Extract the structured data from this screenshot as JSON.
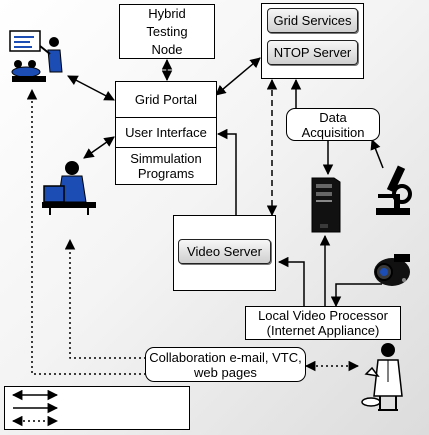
{
  "nodes": {
    "hybrid_testing_node": "Hybrid Testing Node",
    "grid_services": "Grid Services",
    "ntop_server": "NTOP Server",
    "grid_portal": "Grid Portal",
    "user_interface": "User Interface",
    "simulation_programs": "Simmulation Programs",
    "data_acquisition": "Data Acquisition",
    "video_server": "Video Server",
    "local_video_processor": "Local Video Processor (Internet Appliance)",
    "collaboration": "Collaboration e-mail, VTC, web pages"
  },
  "legend": {
    "rows": [
      {
        "line_style": "solid",
        "arrow": "both"
      },
      {
        "line_style": "solid",
        "arrow": "right"
      },
      {
        "line_style": "dotted",
        "arrow": "both"
      }
    ]
  },
  "clipart": [
    "presenter-icon",
    "computer-user-icon",
    "server-tower-icon",
    "microscope-icon",
    "video-camera-icon",
    "scientist-icon"
  ],
  "colors": {
    "line": "#000000",
    "box_fill": "#ffffff",
    "pill_fill": "#dddddd"
  }
}
